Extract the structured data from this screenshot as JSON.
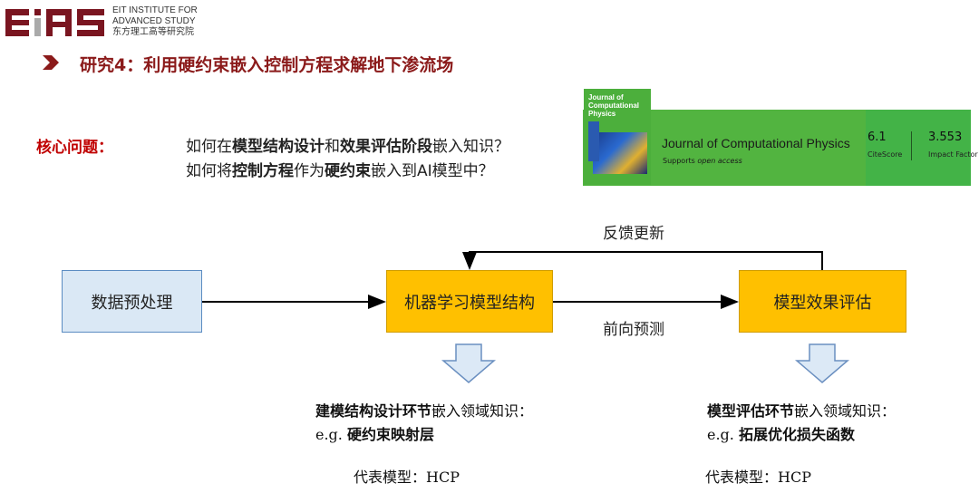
{
  "logo": {
    "brand": "EIAS",
    "line1": "EIT INSTITUTE FOR",
    "line2": "ADVANCED STUDY",
    "line3": "东方理工高等研究院",
    "color": "#7a1520"
  },
  "title": "研究4：利用硬约束嵌入控制方程求解地下渗流场",
  "core": {
    "label": "核心问题：",
    "q1": [
      "如何在",
      "模型结构设计",
      "和",
      "效果评估阶段",
      "嵌入知识？"
    ],
    "q2": [
      "如何将",
      "控制方程",
      "作为",
      "硬约束",
      "嵌入到AI模型中？"
    ]
  },
  "journal": {
    "cover_title": "Journal of Computational Physics",
    "name": "Journal of Computational Physics",
    "supports": "Supports ",
    "open_access": "open access",
    "citescore": "6.1",
    "citescore_label": "CiteScore",
    "impact": "3.553",
    "impact_label": "Impact Factor",
    "color": "#52b440"
  },
  "flow": {
    "box1": "数据预处理",
    "box2": "机器学习模型结构",
    "box3": "模型效果评估",
    "feedback": "反馈更新",
    "forward": "前向预测"
  },
  "left": {
    "l1b": "建模结构设计环节",
    "l1": "嵌入领域知识：",
    "l2a": "e.g. ",
    "l2b": "硬约束映射层",
    "l3": "代表模型：HCP"
  },
  "right": {
    "l1b": "模型评估环节",
    "l1": "嵌入领域知识：",
    "l2a": "e.g. ",
    "l2b": "拓展优化损失函数",
    "l3": "代表模型：HCP"
  }
}
